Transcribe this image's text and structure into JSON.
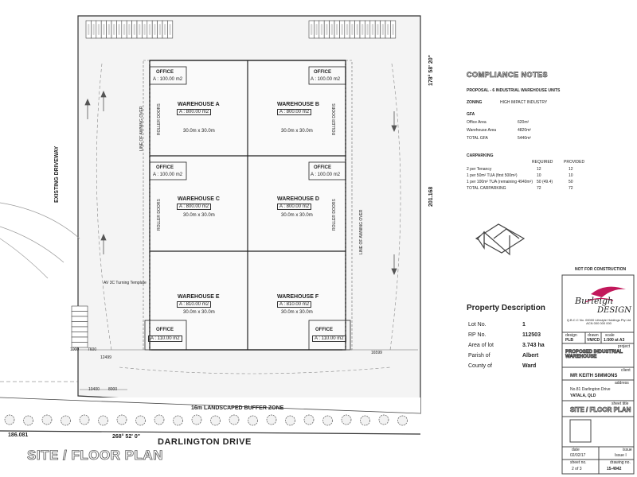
{
  "plan": {
    "sheet_title": "SITE / FLOOR PLAN",
    "street": "DARLINGTON DRIVE",
    "street_bearing": "268° 52' 0\"",
    "street_distance": "186.081",
    "east_bearing": "178° 58' 20\"",
    "east_distance": "201.168",
    "existing_driveway": "EXISTING DRIVEWAY",
    "buffer_zone": "16m LANDSCAPED BUFFER ZONE",
    "turning_template": "AV 3C Turning Template",
    "warehouses": [
      {
        "name": "WAREHOUSE A",
        "area": "A : 800.00 m2",
        "dims": "30.0m x 30.0m",
        "office": "OFFICE",
        "office_area": "A : 100.00 m2"
      },
      {
        "name": "WAREHOUSE B",
        "area": "A : 800.00 m2",
        "dims": "30.0m x 30.0m",
        "office": "OFFICE",
        "office_area": "A : 100.00 m2"
      },
      {
        "name": "WAREHOUSE C",
        "area": "A : 800.00 m2",
        "dims": "30.0m x 30.0m",
        "office": "OFFICE",
        "office_area": "A : 100.00 m2"
      },
      {
        "name": "WAREHOUSE D",
        "area": "A : 800.00 m2",
        "dims": "30.0m x 30.0m",
        "office": "OFFICE",
        "office_area": "A : 100.00 m2"
      },
      {
        "name": "WAREHOUSE E",
        "area": "A : 810.00 m2",
        "dims": "30.0m x 30.0m",
        "office": "OFFICE",
        "office_area": "A : 110.00 m2"
      },
      {
        "name": "WAREHOUSE F",
        "area": "A : 810.00 m2",
        "dims": "30.0m x 30.0m",
        "office": "OFFICE",
        "office_area": "A : 110.00 m2"
      }
    ],
    "roller_doors": "ROLLER DOORS",
    "awning_line": "LINE OF AWNING OVER",
    "dims": {
      "d1": "10400",
      "d2": "8000",
      "d3": "12499",
      "d4": "16599",
      "d5": "7600",
      "d6": "1000"
    }
  },
  "compliance": {
    "heading": "COMPLIANCE NOTES",
    "proposal": "PROPOSAL - 6 INDUSTRIAL WAREHOUSE UNITS",
    "zoning_label": "ZONING",
    "zoning_value": "HIGH IMPACT INDUSTRY",
    "gfa_heading": "GFA",
    "gfa": [
      {
        "label": "Office Area",
        "value": "620m²"
      },
      {
        "label": "Warehouse Area",
        "value": "4820m²"
      },
      {
        "label": "TOTAL GFA",
        "value": "5440m²"
      }
    ],
    "carparking_heading": "CARPARKING",
    "col_required": "REQUIRED",
    "col_provided": "PROVIDED",
    "carparking": [
      {
        "label": "2 per Tenancy",
        "required": "12",
        "provided": "12"
      },
      {
        "label": "1 per 50m² TUA (first 500m²)",
        "required": "10",
        "provided": "10"
      },
      {
        "label": "1 per 100m² TUA (remaining 4940m²)",
        "required": "50 (49.4)",
        "provided": "50"
      },
      {
        "label": "TOTAL CARPARKING",
        "required": "72",
        "provided": "72"
      }
    ]
  },
  "property": {
    "heading": "Property Description",
    "rows": [
      {
        "label": "Lot No.",
        "value": "1"
      },
      {
        "label": "RP No.",
        "value": "112503"
      },
      {
        "label": "Area of lot",
        "value": "3.743 ha"
      },
      {
        "label": "Parish of",
        "value": "Albert"
      },
      {
        "label": "County of",
        "value": "Ward"
      }
    ]
  },
  "title_block": {
    "not_for_construction": "NOT FOR CONSTRUCTION",
    "company_line1": "Burleigh",
    "company_line2": "DESIGN",
    "company_sub": "Q.B.C.C No. 00000 Lifestyle Holdings Pty Ltd ACN 000 000 000",
    "design_label": "design",
    "drawn_label": "drawn",
    "scale_label": "scale",
    "design_value": "PLB",
    "drawn_value": "VM/CD",
    "scale_value": "1:500 at A3",
    "project_label": "project",
    "project_value": "PROPOSED INDUSTRIAL WAREHOUSE",
    "client_label": "client",
    "client_value": "MR KEITH SIMMONS",
    "address_label": "address",
    "address_line1": "No.81 Darlington Drive",
    "address_line2": "YATALA, QLD",
    "sheet_title_label": "sheet title",
    "sheet_title_value": "SITE / FLOOR PLAN",
    "date_label": "date",
    "date_value": "02/02/17",
    "issue_label": "issue",
    "issue_value": "Issue I",
    "sheet_no_label": "sheet no.",
    "sheet_no_value": "2 of 3",
    "drawing_no_label": "drawing no.",
    "drawing_no_value": "15-4942"
  }
}
